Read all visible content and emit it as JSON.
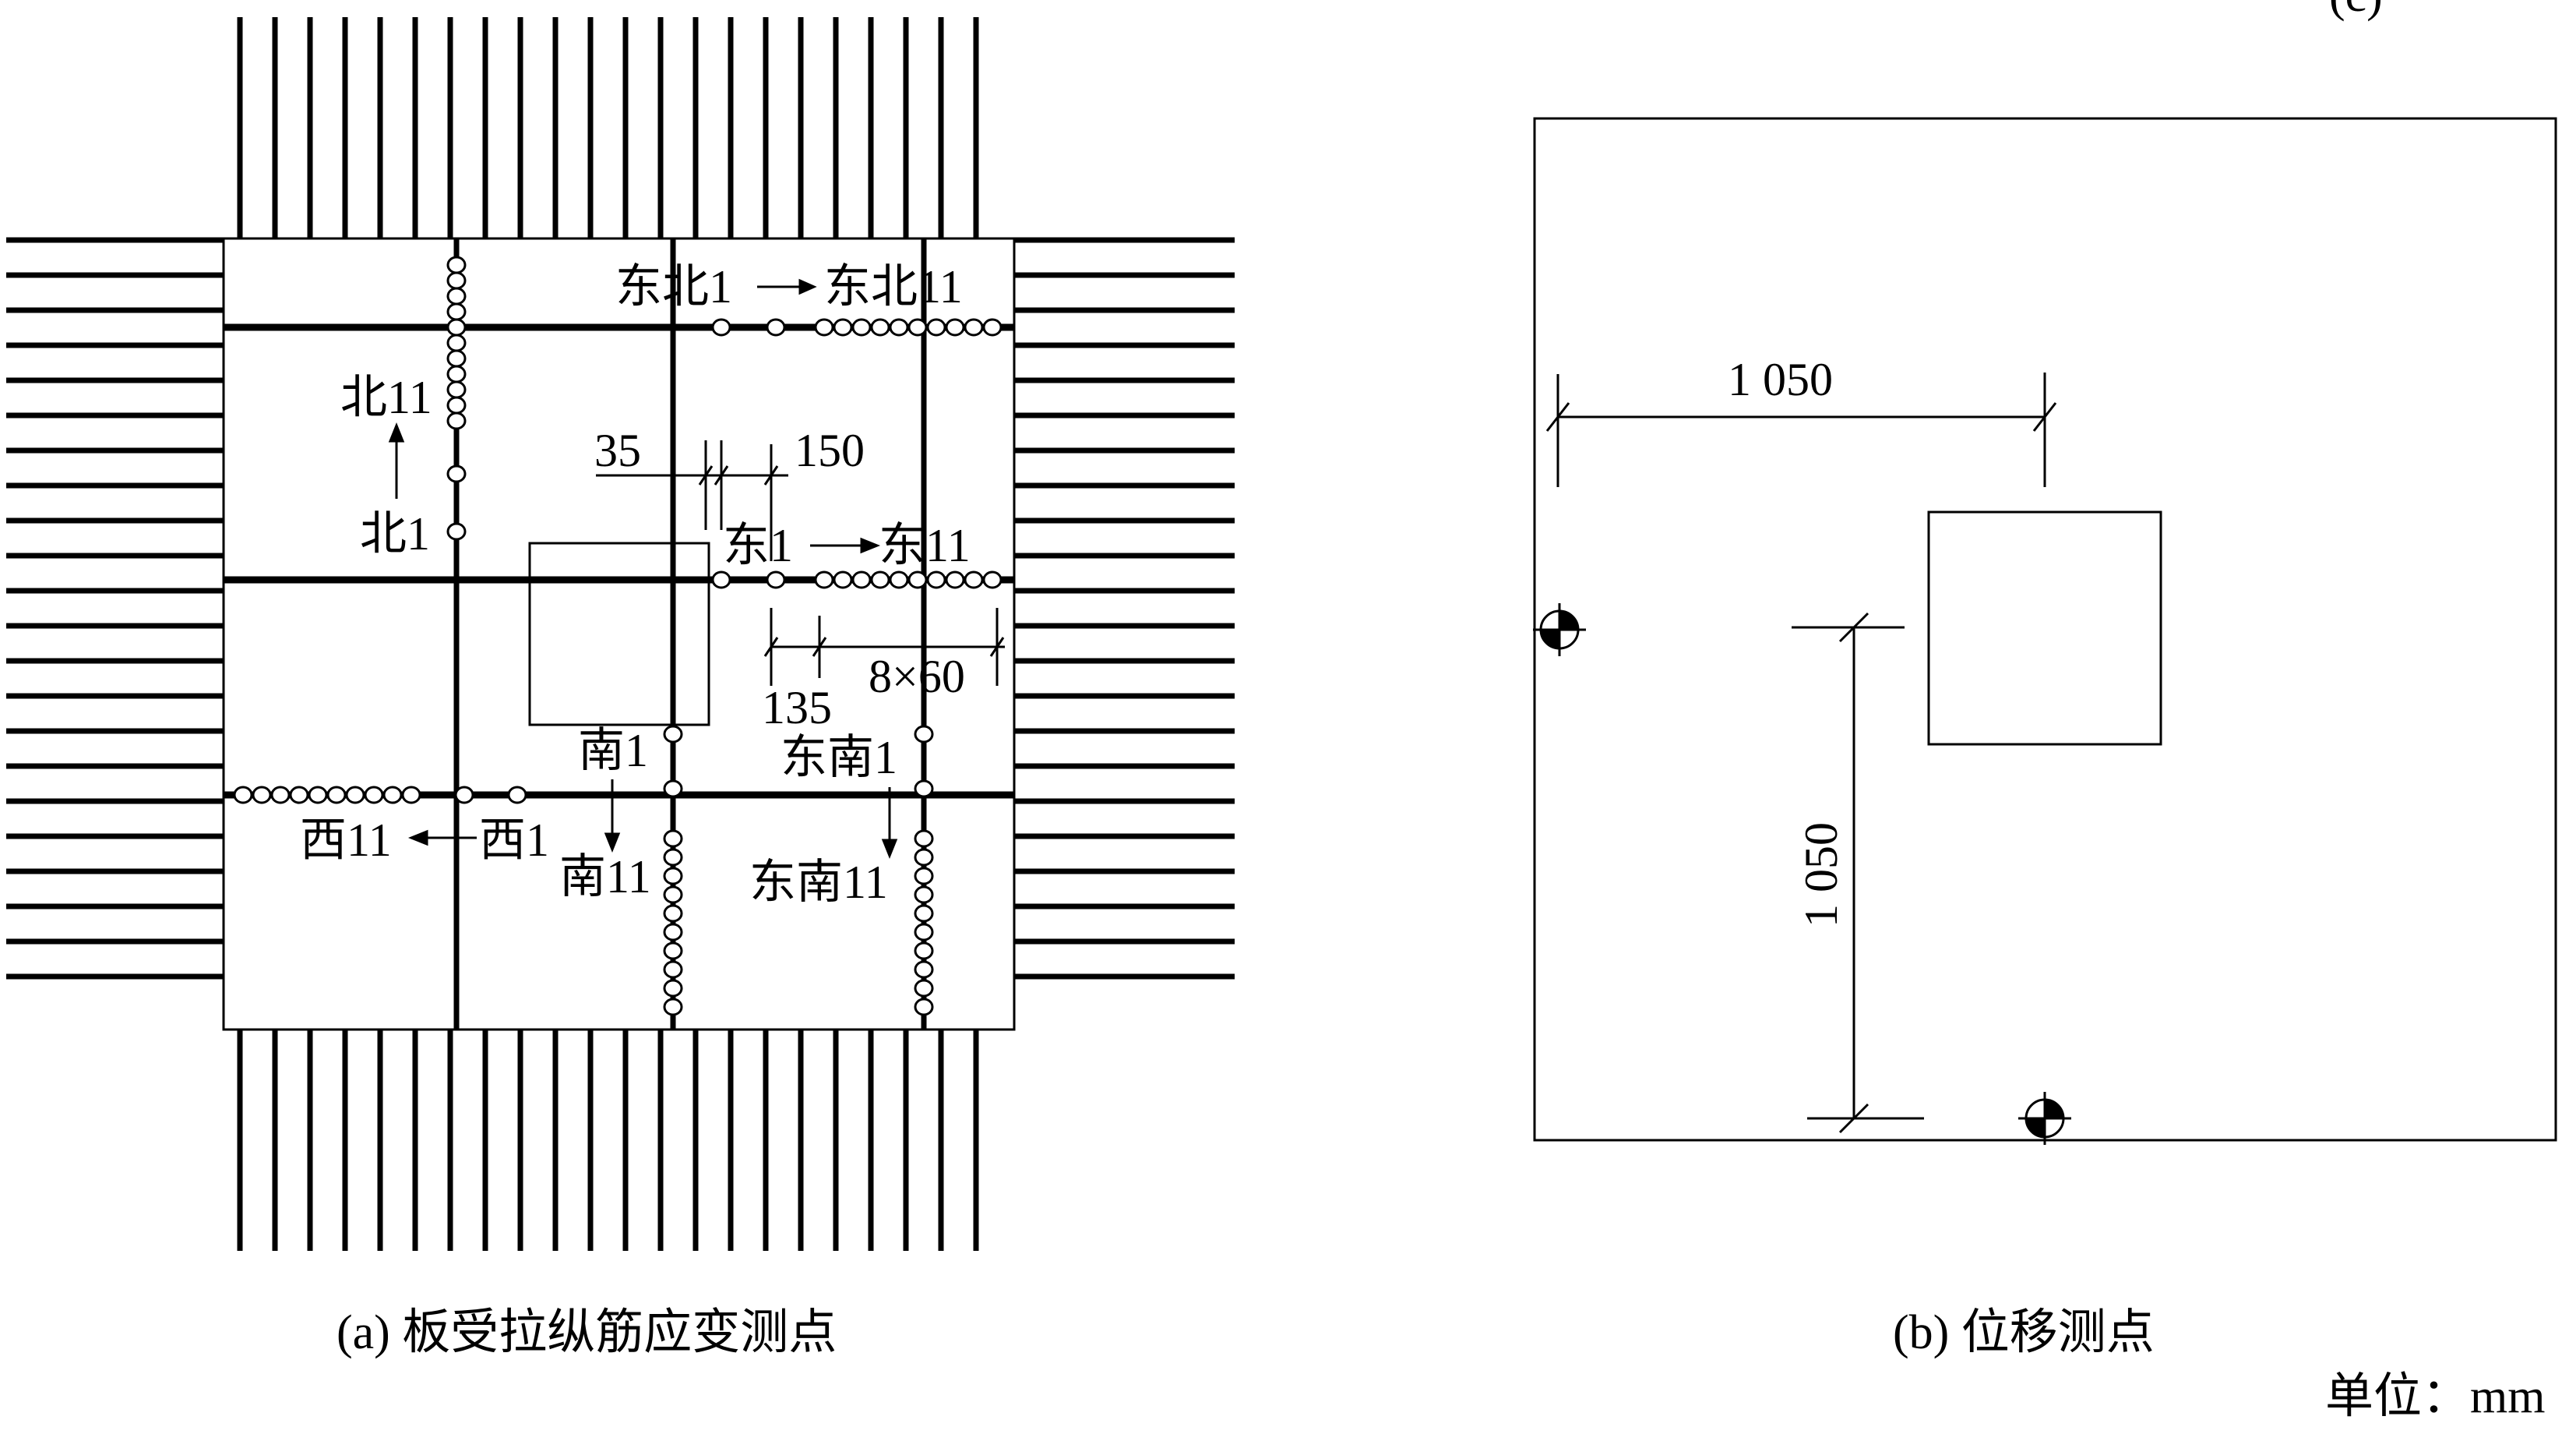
{
  "figure_a": {
    "caption": "(a) 板受拉纵筋应变测点",
    "labels": {
      "ne_start": "东北1",
      "ne_end": "东北11",
      "n_end": "北11",
      "n_start": "北1",
      "e_start": "东1",
      "e_end": "东11",
      "s_start": "南1",
      "s_end": "南11",
      "se_start": "东南1",
      "se_end": "东南11",
      "w_end": "西11",
      "w_start": "西1"
    },
    "dims": {
      "d1": "35",
      "d2": "150",
      "d3": "135",
      "d4": "8×60"
    }
  },
  "figure_b": {
    "caption": "(b) 位移测点",
    "dim_horizontal": "1 050",
    "dim_vertical": "1 050"
  },
  "unit_label": "单位：mm",
  "corner_fragment": "(c)"
}
